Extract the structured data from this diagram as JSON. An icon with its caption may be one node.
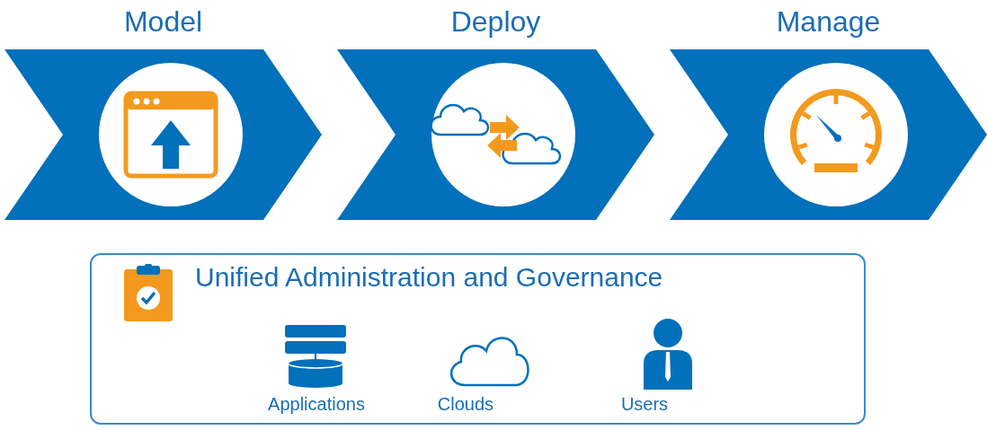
{
  "diagram": {
    "nodes": [
      {
        "text": [
          "Model"
        ]
      },
      {
        "text": [
          "Deploy"
        ]
      },
      {
        "text": [
          "Manage"
        ]
      },
      {
        "text": [
          "Unified Administration and Governance"
        ]
      }
    ],
    "labels": [
      "Applications",
      "Clouds",
      "Users"
    ]
  }
}
